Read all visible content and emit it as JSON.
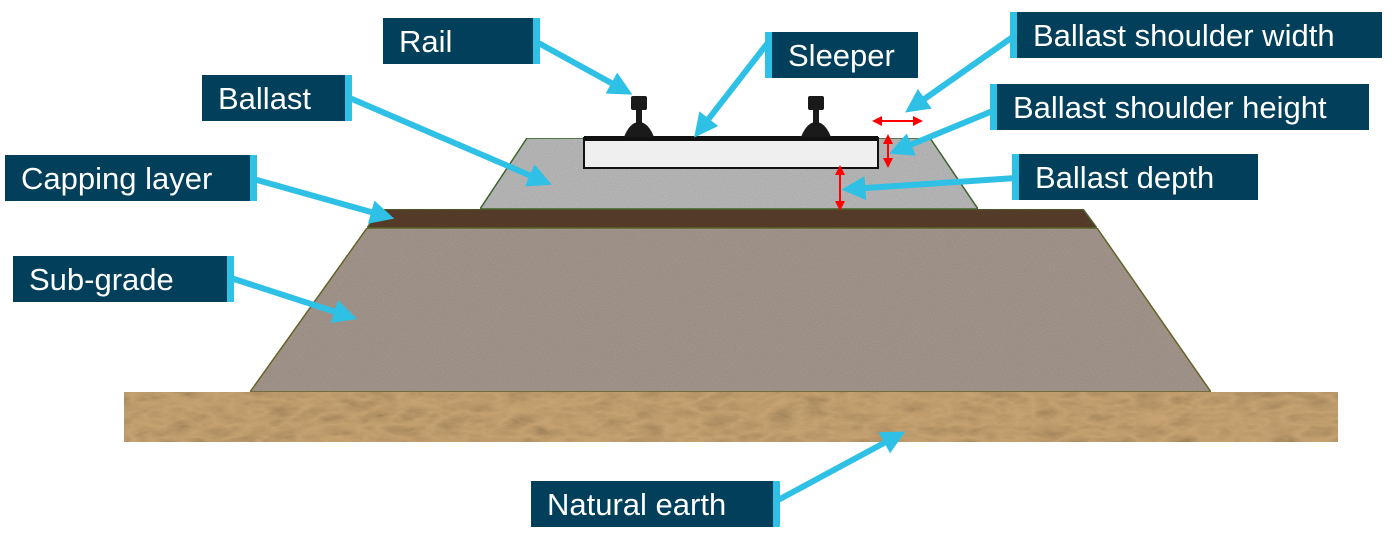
{
  "labels": {
    "rail": "Rail",
    "sleeper": "Sleeper",
    "ballast": "Ballast",
    "capping_layer": "Capping layer",
    "sub_grade": "Sub-grade",
    "natural_earth": "Natural earth",
    "ballast_shoulder_width": "Ballast shoulder width",
    "ballast_shoulder_height": "Ballast shoulder height",
    "ballast_depth": "Ballast depth"
  },
  "colors": {
    "label_bg": "#013f5a",
    "label_text": "#ffffff",
    "pointer": "#2fc0e6",
    "dimension_marker": "#ff0000",
    "ballast": "#b9b9b9",
    "capping": "#5a3f2c",
    "subgrade": "#a89a90",
    "earth": "#c8a472",
    "sleeper": "#efefef"
  }
}
